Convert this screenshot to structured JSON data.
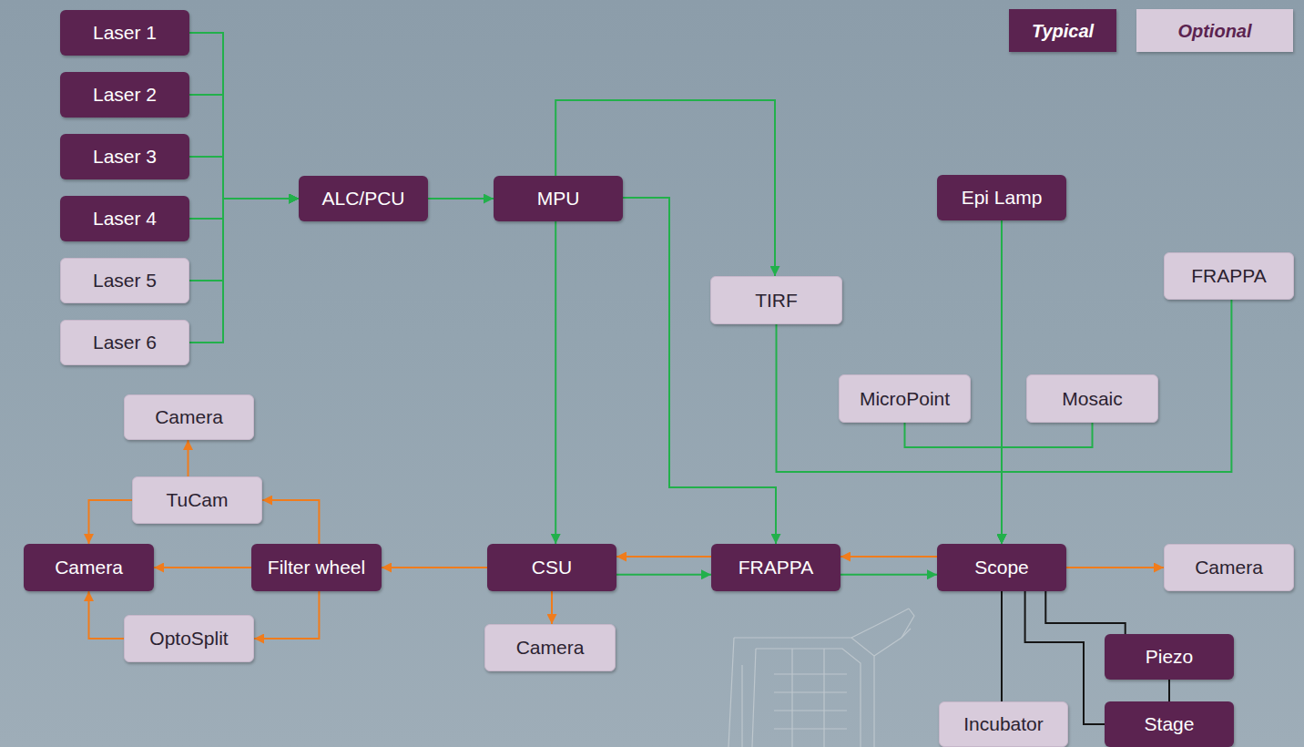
{
  "diagram": {
    "nodes": [
      {
        "text": [
          "Laser 1"
        ]
      },
      {
        "text": [
          "Laser 2"
        ]
      },
      {
        "text": [
          "Laser 3"
        ]
      },
      {
        "text": [
          "Laser 4"
        ]
      },
      {
        "text": [
          "Laser 5"
        ]
      },
      {
        "text": [
          "Laser 6"
        ]
      },
      {
        "text": [
          "ALC/PCU"
        ]
      },
      {
        "text": [
          "MPU"
        ]
      },
      {
        "text": [
          "Epi Lamp"
        ]
      },
      {
        "text": [
          "TIRF"
        ]
      },
      {
        "text": [
          "FRAPPA"
        ]
      },
      {
        "text": [
          "MicroPoint"
        ]
      },
      {
        "text": [
          "Mosaic"
        ]
      },
      {
        "text": [
          "Camera"
        ]
      },
      {
        "text": [
          "TuCam"
        ]
      },
      {
        "text": [
          "Camera"
        ]
      },
      {
        "text": [
          "Filter wheel"
        ]
      },
      {
        "text": [
          "CSU"
        ]
      },
      {
        "text": [
          "FRAPPA"
        ]
      },
      {
        "text": [
          "Scope"
        ]
      },
      {
        "text": [
          "Camera"
        ]
      },
      {
        "text": [
          "OptoSplit"
        ]
      },
      {
        "text": [
          "Camera"
        ]
      },
      {
        "text": [
          "Piezo"
        ]
      },
      {
        "text": [
          "Incubator"
        ]
      },
      {
        "text": [
          "Stage"
        ]
      }
    ],
    "edges": [
      {
        "from": 0,
        "to": 6,
        "arrow": "to"
      },
      {
        "from": 1,
        "to": 6,
        "arrow": "to"
      },
      {
        "from": 2,
        "to": 6,
        "arrow": "to"
      },
      {
        "from": 3,
        "to": 6,
        "arrow": "to"
      },
      {
        "from": 4,
        "to": 6,
        "arrow": "to"
      },
      {
        "from": 5,
        "to": 6,
        "arrow": "to"
      },
      {
        "from": 6,
        "to": 7,
        "arrow": "to"
      },
      {
        "from": 7,
        "to": 9,
        "arrow": "to"
      },
      {
        "from": 7,
        "to": 17,
        "arrow": "to"
      },
      {
        "from": 7,
        "to": 18,
        "arrow": "to"
      },
      {
        "from": 8,
        "to": 19,
        "arrow": "to"
      },
      {
        "from": 9,
        "to": 19,
        "arrow": "to"
      },
      {
        "from": 11,
        "to": 19,
        "arrow": "to"
      },
      {
        "from": 12,
        "to": 19,
        "arrow": "to"
      },
      {
        "from": 10,
        "to": 19,
        "arrow": "to"
      },
      {
        "from": 18,
        "to": 17,
        "arrow": "to"
      },
      {
        "from": 17,
        "to": 18,
        "arrow": "to"
      },
      {
        "from": 19,
        "to": 18,
        "arrow": "to"
      },
      {
        "from": 18,
        "to": 19,
        "arrow": "to"
      },
      {
        "from": 19,
        "to": 20,
        "arrow": "to"
      },
      {
        "from": 17,
        "to": 16,
        "arrow": "to"
      },
      {
        "from": 17,
        "to": 22,
        "arrow": "to"
      },
      {
        "from": 16,
        "to": 15,
        "arrow": "to"
      },
      {
        "from": 16,
        "to": 14,
        "arrow": "to"
      },
      {
        "from": 16,
        "to": 21,
        "arrow": "to"
      },
      {
        "from": 14,
        "to": 13,
        "arrow": "to"
      },
      {
        "from": 14,
        "to": 15,
        "arrow": "to"
      },
      {
        "from": 21,
        "to": 15,
        "arrow": "to"
      },
      {
        "from": 19,
        "to": 24,
        "arrow": "none"
      },
      {
        "from": 19,
        "to": 23,
        "arrow": "none"
      },
      {
        "from": 19,
        "to": 25,
        "arrow": "none"
      },
      {
        "from": 23,
        "to": 25,
        "arrow": "none"
      }
    ],
    "legend": [
      {
        "text": "Typical",
        "color": "#5b2350"
      },
      {
        "text": "Optional",
        "color": "#d8cbdb"
      }
    ]
  }
}
